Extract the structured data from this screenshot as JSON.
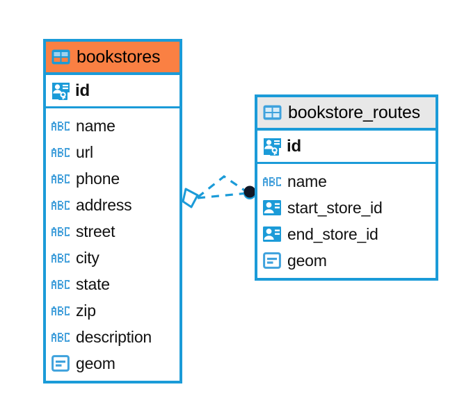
{
  "diagram": {
    "type": "entity-relationship-diagram",
    "background_color": "#ffffff",
    "accent_color": "#1b9bd8",
    "highlight_color": "#fa8043",
    "neutral_header_color": "#e8e8e8",
    "endpoint_dot_color": "#111827"
  },
  "tables": [
    {
      "name": "bookstores",
      "header_style": "accent",
      "table_icon": "table-icon",
      "primary_key": {
        "label": "id",
        "icon": "primary-key-icon"
      },
      "fields": [
        {
          "label": "name",
          "icon": "text-type-icon"
        },
        {
          "label": "url",
          "icon": "text-type-icon"
        },
        {
          "label": "phone",
          "icon": "text-type-icon"
        },
        {
          "label": "address",
          "icon": "text-type-icon"
        },
        {
          "label": "street",
          "icon": "text-type-icon"
        },
        {
          "label": "city",
          "icon": "text-type-icon"
        },
        {
          "label": "state",
          "icon": "text-type-icon"
        },
        {
          "label": "zip",
          "icon": "text-type-icon"
        },
        {
          "label": "description",
          "icon": "text-type-icon"
        },
        {
          "label": "geom",
          "icon": "geometry-type-icon"
        }
      ]
    },
    {
      "name": "bookstore_routes",
      "header_style": "neutral",
      "table_icon": "table-icon",
      "primary_key": {
        "label": "id",
        "icon": "primary-key-icon"
      },
      "fields": [
        {
          "label": "name",
          "icon": "text-type-icon"
        },
        {
          "label": "start_store_id",
          "icon": "foreign-key-icon"
        },
        {
          "label": "end_store_id",
          "icon": "foreign-key-icon"
        },
        {
          "label": "geom",
          "icon": "geometry-type-icon"
        }
      ]
    }
  ],
  "relationship": {
    "source_table": "bookstores",
    "target_table": "bookstore_routes",
    "source_marker": "diamond-marker",
    "target_marker": "filled-circle-marker",
    "line_style": "dashed",
    "line_color": "#1b9bd8"
  }
}
